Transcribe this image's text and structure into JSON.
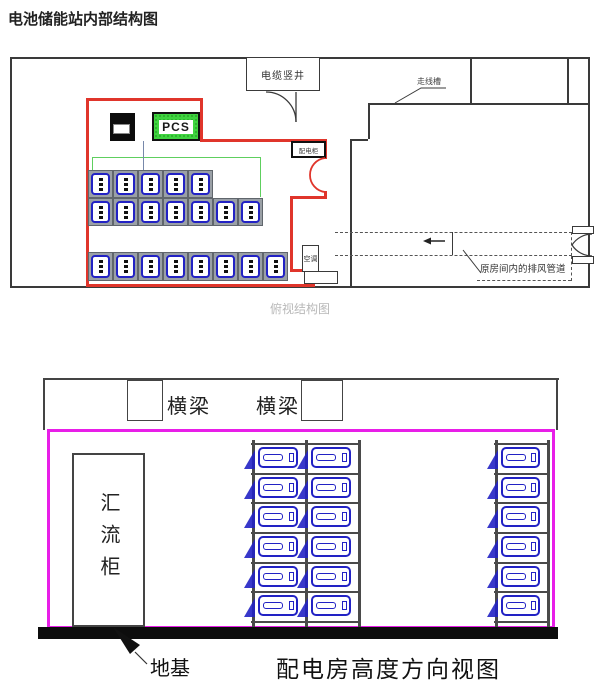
{
  "page": {
    "title": "电池储能站内部结构图"
  },
  "plan_view": {
    "caption": "俯视结构图",
    "labels": {
      "cable_shaft": "电缆竖井",
      "wire_duct": "走线槽",
      "distribution_cabinet": "配电柜",
      "pcs": "PCS",
      "air_conditioner": "空调",
      "exhaust_duct": "原房间内的排风管道"
    },
    "battery_rack_rows": [
      5,
      7,
      8
    ]
  },
  "elevation_view": {
    "caption": "配电房高度方向视图",
    "labels": {
      "beam_left": "横梁",
      "beam_right": "横梁",
      "combiner_cabinet": "汇流柜",
      "foundation": "地基"
    },
    "racks": [
      {
        "columns": 2,
        "shelves": 6
      },
      {
        "columns": 1,
        "shelves": 6
      }
    ]
  },
  "colors": {
    "battery_room_outline": "#e0352b",
    "elevation_room_outline": "#e81ee8",
    "pcs_fill": "#3fd43f",
    "battery_blue": "#2222c4",
    "wall": "#3a3a3a",
    "caption_gray": "#b8b8b8"
  }
}
